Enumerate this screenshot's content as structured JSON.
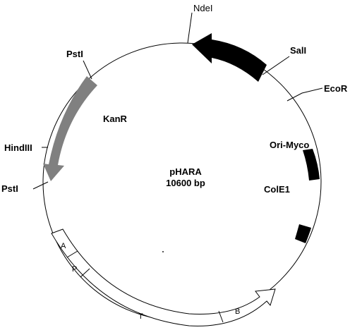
{
  "plasmid": {
    "name": "pHARA",
    "size": "10600 bp"
  },
  "sites": {
    "nde": "NdeI",
    "sal": "SalI",
    "eco": "EcoR",
    "pst_top": "PstI",
    "hind": "HindIII",
    "pst_bottom": "PstI"
  },
  "features": {
    "kan": "KanR",
    "ori": "Ori-Myco",
    "cole1": "ColE1"
  },
  "segments": {
    "a": "A",
    "p": "P",
    "t": "T",
    "b": "B"
  },
  "colors": {
    "black_feature": "#000000",
    "kan_feature": "#808080",
    "backbone": "#000000",
    "open_feature": "#ffffff"
  }
}
